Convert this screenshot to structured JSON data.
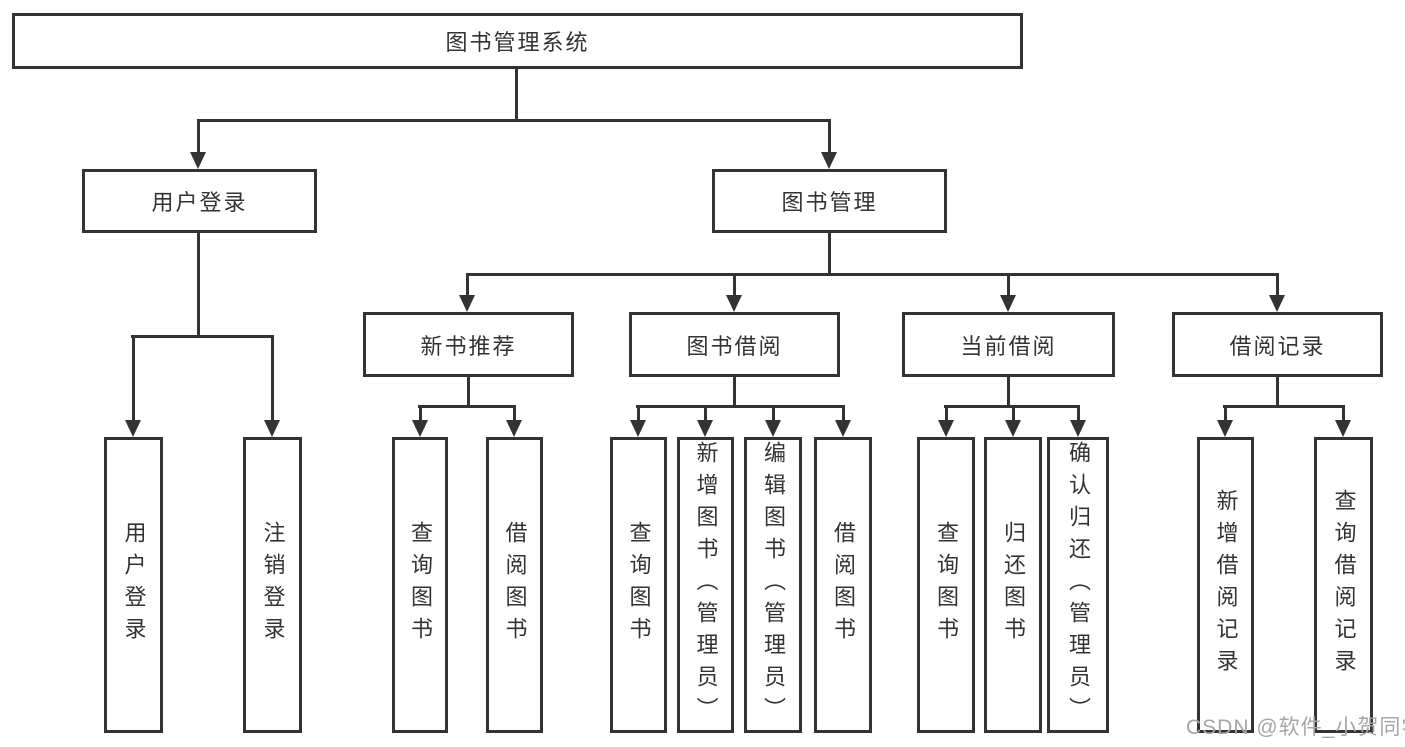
{
  "title": "图书管理系统",
  "level2": {
    "user_login": "用户登录",
    "book_management": "图书管理"
  },
  "level3": {
    "new_books": "新书推荐",
    "book_borrowing": "图书借阅",
    "current_borrowing": "当前借阅",
    "borrowing_records": "借阅记录"
  },
  "leaves": {
    "user_login": [
      "用户登录",
      "注销登录"
    ],
    "new_books": [
      "查询图书",
      "借阅图书"
    ],
    "book_borrowing": [
      "查询图书",
      "新增图书（管理员）",
      "编辑图书（管理员）",
      "借阅图书"
    ],
    "current_borrowing": [
      "查询图书",
      "归还图书",
      "确认归还（管理员）"
    ],
    "borrowing_records": [
      "新增借阅记录",
      "查询借阅记录"
    ]
  },
  "watermark": "CSDN @软件_小贺同学",
  "colors": {
    "line": "#333333",
    "text": "#333333",
    "watermark": "#a6a6a6",
    "background": "#ffffff"
  }
}
